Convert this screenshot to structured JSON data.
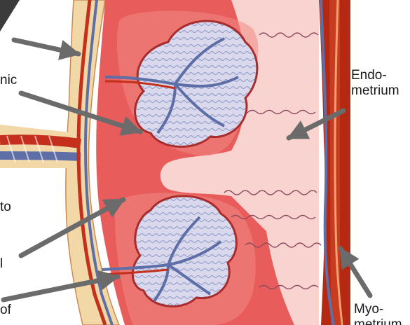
{
  "labels": {
    "endometrium": "Endo-\nmetrium",
    "myometrium": "Myo-\nmetrium",
    "label_a": "nic",
    "label_b": "to",
    "label_c": "l",
    "label_d": "of"
  },
  "colors": {
    "decidua": "#e85c5c",
    "decidua_light": "#f7b8b3",
    "endometrium_pale": "#f9d3d0",
    "myometrium": "#b52812",
    "fetal_membrane": "#f3d8a7",
    "artery": "#c4301c",
    "vein": "#5d6fa6",
    "arrow": "#6b6b6b"
  }
}
